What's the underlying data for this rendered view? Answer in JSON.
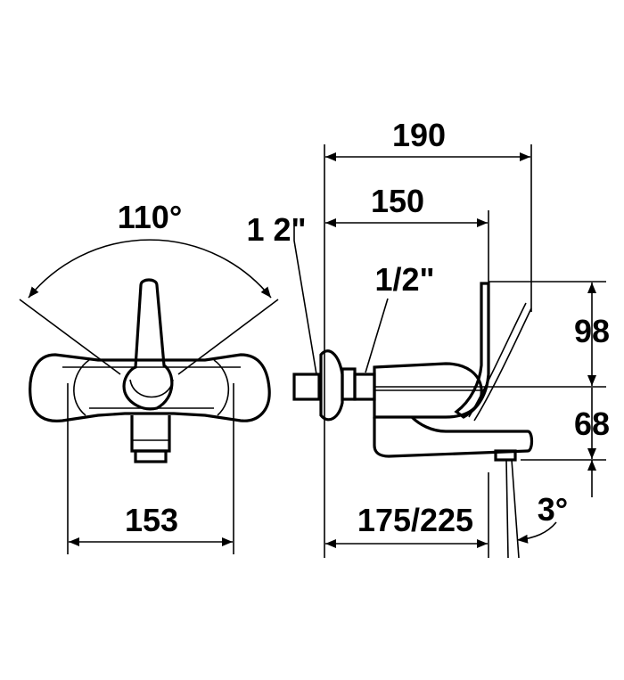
{
  "labels": {
    "angle_handle": "110°",
    "thread_outer": "1 2\"",
    "thread_inner": "1/2\"",
    "width_front": "153",
    "depth_total": "190",
    "depth_body": "150",
    "projection": "175/225",
    "height_upper": "98",
    "height_lower": "68",
    "spout_angle": "3°"
  },
  "colors": {
    "line": "#000000",
    "background": "#ffffff"
  }
}
